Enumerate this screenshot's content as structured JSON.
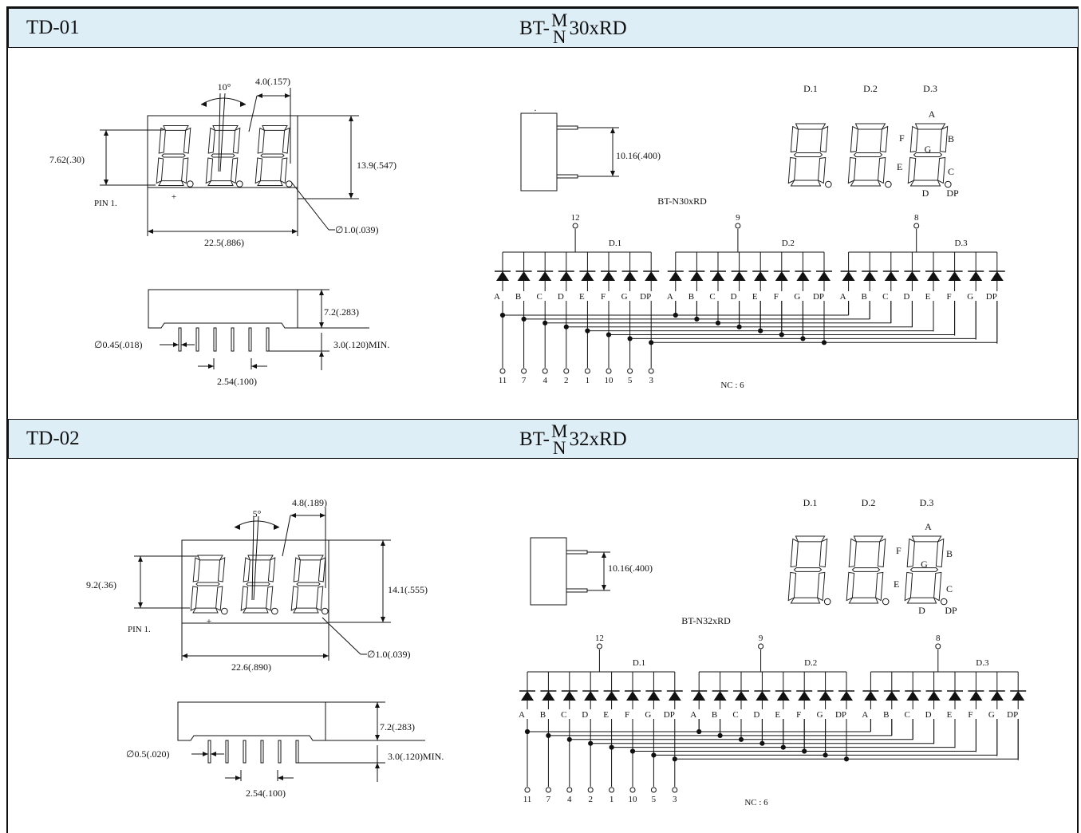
{
  "sections": [
    {
      "code": "TD-01",
      "part_prefix": "BT-",
      "part_top": "M",
      "part_bottom": "N",
      "part_suffix": "30xRD",
      "front": {
        "angle": "10°",
        "digit_width": "4.0(.157)",
        "char_height": "7.62(.30)",
        "total_height": "13.9(.547)",
        "pin1": "PIN 1.",
        "plus": "+",
        "width": "22.5(.886)",
        "hole": "∅1.0(.039)"
      },
      "side": {
        "height": "7.2(.283)",
        "pin_dia": "∅0.45(.018)",
        "pin_len": "3.0(.120)MIN.",
        "pitch": "2.54(.100)"
      },
      "profile": {
        "dot": ".",
        "depth": "10.16(.400)"
      },
      "display": {
        "digits": [
          "D.1",
          "D.2",
          "D.3"
        ],
        "seg_a": "A",
        "seg_b": "B",
        "seg_c": "C",
        "seg_d": "D",
        "seg_e": "E",
        "seg_f": "F",
        "seg_g": "G",
        "seg_dp": "DP"
      },
      "schematic": {
        "title": "BT-N30xRD",
        "common_pins": [
          "12",
          "9",
          "8"
        ],
        "digit_labels": [
          "D.1",
          "D.2",
          "D.3"
        ],
        "segment_labels": [
          "A",
          "B",
          "C",
          "D",
          "E",
          "F",
          "G",
          "DP"
        ],
        "segment_pins": [
          "11",
          "7",
          "4",
          "2",
          "1",
          "10",
          "5",
          "3"
        ],
        "nc": "NC : 6"
      }
    },
    {
      "code": "TD-02",
      "part_prefix": "BT-",
      "part_top": "M",
      "part_bottom": "N",
      "part_suffix": "32xRD",
      "front": {
        "angle": "5°",
        "digit_width": "4.8(.189)",
        "char_height": "9.2(.36)",
        "total_height": "14.1(.555)",
        "pin1": "PIN 1.",
        "plus": "+",
        "width": "22.6(.890)",
        "hole": "∅1.0(.039)"
      },
      "side": {
        "height": "7.2(.283)",
        "pin_dia": "∅0.5(.020)",
        "pin_len": "3.0(.120)MIN.",
        "pitch": "2.54(.100)"
      },
      "profile": {
        "dot": "",
        "depth": "10.16(.400)"
      },
      "display": {
        "digits": [
          "D.1",
          "D.2",
          "D.3"
        ],
        "seg_a": "A",
        "seg_b": "B",
        "seg_c": "C",
        "seg_d": "D",
        "seg_e": "E",
        "seg_f": "F",
        "seg_g": "G",
        "seg_dp": "DP"
      },
      "schematic": {
        "title": "BT-N32xRD",
        "common_pins": [
          "12",
          "9",
          "8"
        ],
        "digit_labels": [
          "D.1",
          "D.2",
          "D.3"
        ],
        "segment_labels": [
          "A",
          "B",
          "C",
          "D",
          "E",
          "F",
          "G",
          "DP"
        ],
        "segment_pins": [
          "11",
          "7",
          "4",
          "2",
          "1",
          "10",
          "5",
          "3"
        ],
        "nc": "NC : 6"
      }
    }
  ]
}
